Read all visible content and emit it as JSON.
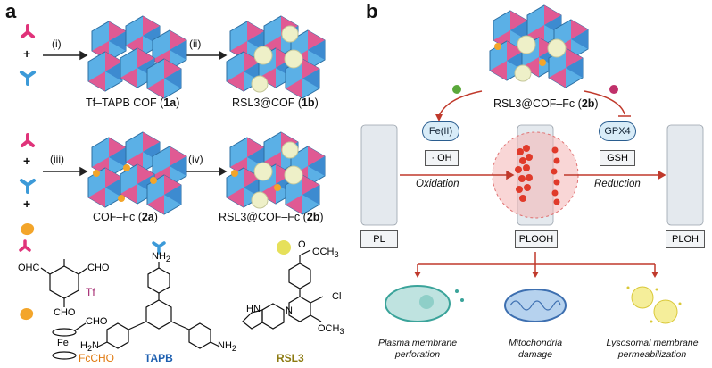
{
  "panel_a": {
    "label": "a",
    "steps": [
      "(i)",
      "(ii)",
      "(iii)",
      "(iv)"
    ],
    "products": {
      "p1a_name": "Tf–TAPB COF (",
      "p1a_num": "1a",
      "p1b_name": "RSL3@COF (",
      "p1b_num": "1b",
      "p2a_name": "COF–Fc (",
      "p2a_num": "2a",
      "p2b_name": "RSL3@COF–Fc (",
      "p2b_num": "2b",
      "close": ")"
    },
    "plus": "+",
    "molecules": {
      "tf": "Tf",
      "fcho": "FcCHO",
      "tapb": "TAPB",
      "rsl3": "RSL3",
      "ohc": "OHC",
      "cho": "CHO",
      "fe": "Fe",
      "nh2": "NH",
      "nh2_sub": "2",
      "h2n": "H",
      "h2n_sub": "2",
      "h2n_n": "N",
      "hn": "HN",
      "ome_label": "OCH",
      "ome_sub": "3",
      "n_atom": "N",
      "cl": "Cl",
      "o": "O"
    },
    "colors": {
      "tf": "#e0337a",
      "tapb": "#3c9ad8",
      "fc": "#f3a52a",
      "rsl3": "#d9c838"
    }
  },
  "panel_b": {
    "label": "b",
    "top_label_name": "RSL3@COF–Fc (",
    "top_label_num": "2b",
    "top_label_close": ")",
    "fe": "Fe(II)",
    "oh": "· OH",
    "gpx4": "GPX4",
    "gsh": "GSH",
    "oxidation": "Oxidation",
    "reduction": "Reduction",
    "pl": "PL",
    "plooh": "PLOOH",
    "ploh": "PLOH",
    "outcomes": [
      {
        "line1": "Plasma membrane",
        "line2": "perforation"
      },
      {
        "line1": "Mitochondria",
        "line2": "damage"
      },
      {
        "line1": "Lysosomal membrane",
        "line2": "permeabilization"
      }
    ],
    "colors": {
      "arrow": "#c0392b",
      "pill_border": "#2a5d8f"
    }
  }
}
